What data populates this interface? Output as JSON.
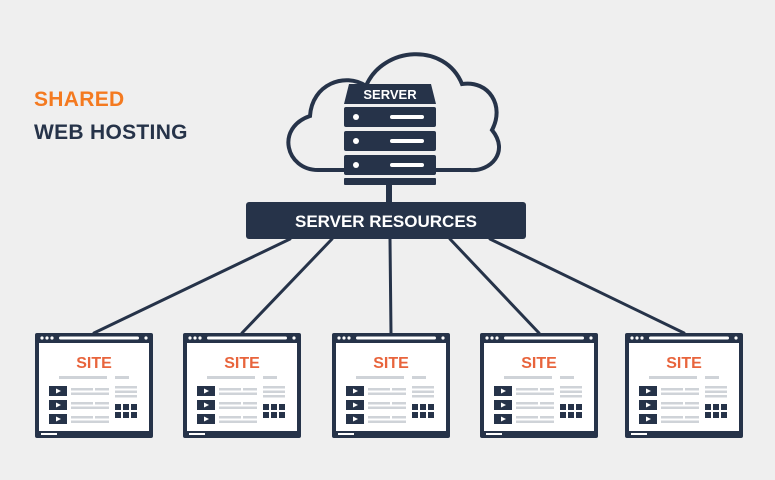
{
  "heading": {
    "line1": "SHARED",
    "line2": "WEB HOSTING"
  },
  "server": {
    "label": "SERVER",
    "unit_count": 3
  },
  "resources": {
    "label": "SERVER RESOURCES"
  },
  "sites": [
    {
      "label": "SITE"
    },
    {
      "label": "SITE"
    },
    {
      "label": "SITE"
    },
    {
      "label": "SITE"
    },
    {
      "label": "SITE"
    }
  ],
  "colors": {
    "background": "#efefef",
    "navy": "#263349",
    "orange": "#f47a20",
    "site_orange": "#e8643c",
    "light_gray": "#cfd3d8",
    "white": "#ffffff"
  },
  "icons": [
    "cloud-icon",
    "server-rack-icon",
    "browser-window-icon",
    "play-icon",
    "grid-icon"
  ]
}
